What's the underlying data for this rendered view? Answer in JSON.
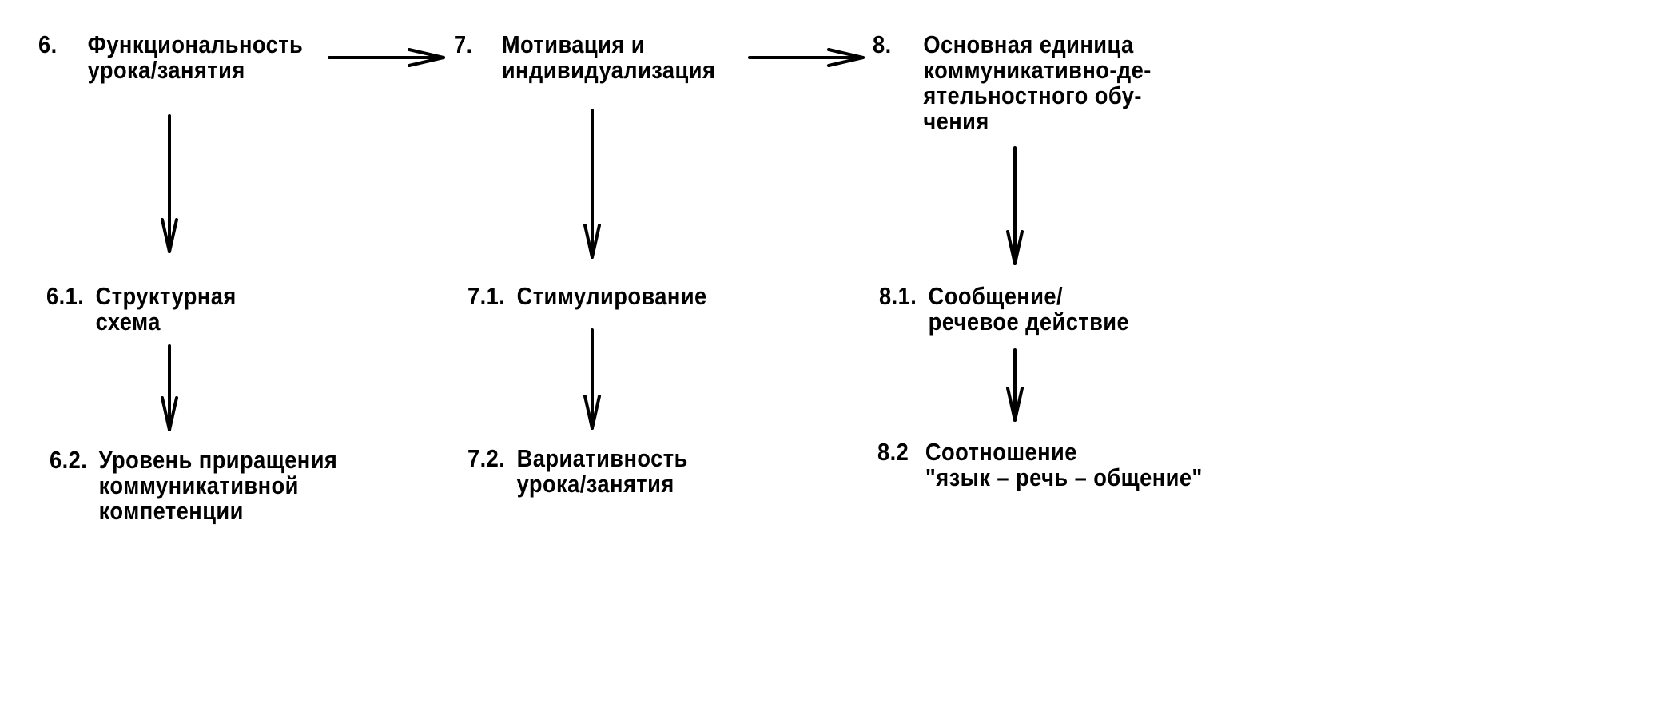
{
  "nodes": {
    "n6": {
      "num": "6.",
      "lines": [
        "Функциональность",
        "урока/занятия"
      ]
    },
    "n7": {
      "num": "7.",
      "lines": [
        "Мотивация и",
        "индивидуализация"
      ]
    },
    "n8": {
      "num": "8.",
      "lines": [
        "Основная единица",
        "коммуникативно-де-",
        "ятельностного обу-",
        "чения"
      ]
    },
    "n61": {
      "num": "6.1.",
      "lines": [
        "Структурная",
        "схема"
      ]
    },
    "n62": {
      "num": "6.2.",
      "lines": [
        "Уровень приращения",
        "коммуникативной",
        "компетенции"
      ]
    },
    "n71": {
      "num": "7.1.",
      "lines": [
        "Стимулирование"
      ]
    },
    "n72": {
      "num": "7.2.",
      "lines": [
        "Вариативность",
        "урока/занятия"
      ]
    },
    "n81": {
      "num": "8.1.",
      "lines": [
        "Сообщение/",
        "речевое действие"
      ]
    },
    "n82": {
      "num": "8.2",
      "lines": [
        "Соотношение",
        "\"язык – речь – общение\""
      ]
    }
  },
  "edges": [
    {
      "from": "6",
      "to": "7"
    },
    {
      "from": "7",
      "to": "8"
    },
    {
      "from": "6",
      "to": "6.1"
    },
    {
      "from": "6.1",
      "to": "6.2"
    },
    {
      "from": "7",
      "to": "7.1"
    },
    {
      "from": "7.1",
      "to": "7.2"
    },
    {
      "from": "8",
      "to": "8.1"
    },
    {
      "from": "8.1",
      "to": "8.2"
    }
  ]
}
